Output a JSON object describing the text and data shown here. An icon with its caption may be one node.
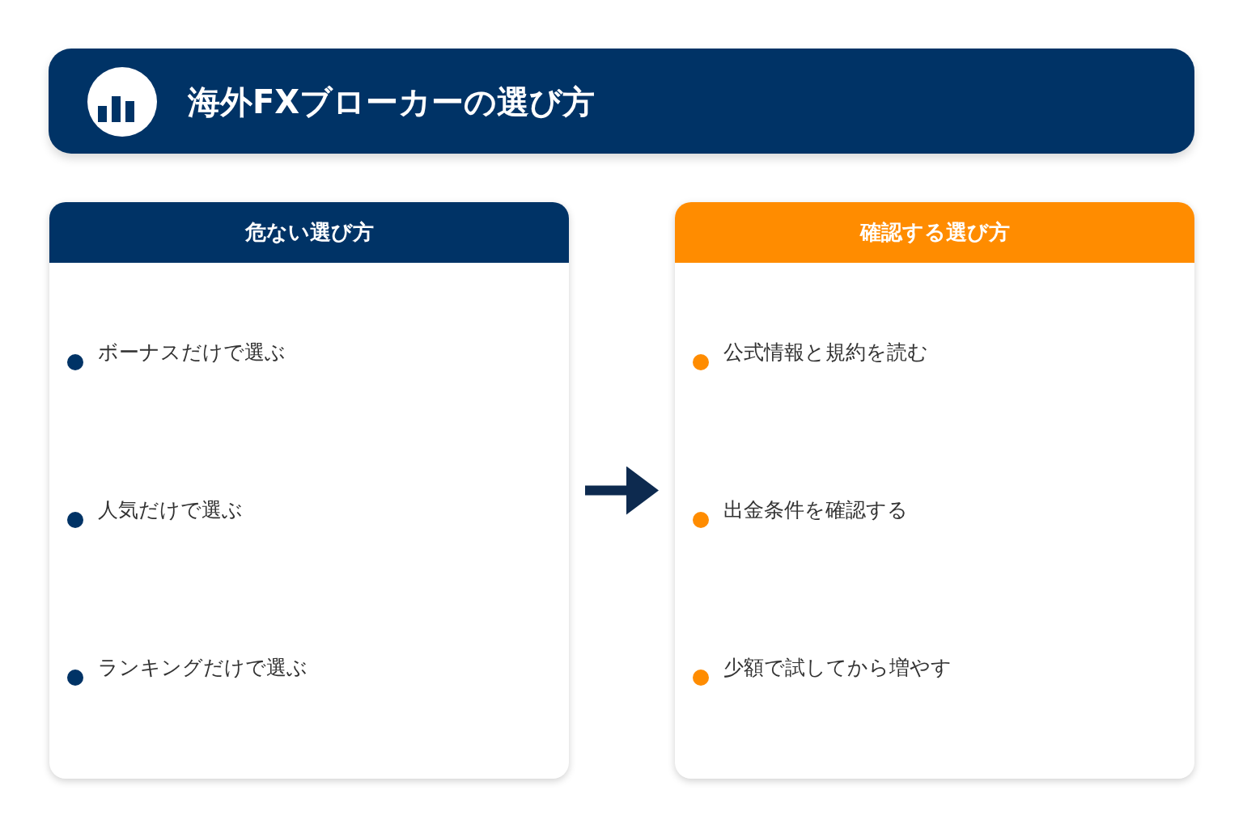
{
  "diagram": {
    "title": "海外FXブローカーの選び方",
    "nodes": [
      {
        "text": [
          "危ない選び方"
        ]
      },
      {
        "text": [
          "ボーナスだけで選ぶ"
        ],
        "in": 0
      },
      {
        "text": [
          "人気だけで選ぶ"
        ],
        "in": 0
      },
      {
        "text": [
          "ランキングだけで選ぶ"
        ],
        "in": 0
      },
      {
        "text": [
          "確認する選び方"
        ]
      },
      {
        "text": [
          "公式情報と規約を読む"
        ],
        "in": 4
      },
      {
        "text": [
          "出金条件を確認する"
        ],
        "in": 4
      },
      {
        "text": [
          "少額で試してから増やす"
        ],
        "in": 4
      }
    ],
    "edges": [
      {
        "from": 0,
        "to": 4,
        "arrow": "to"
      }
    ]
  }
}
